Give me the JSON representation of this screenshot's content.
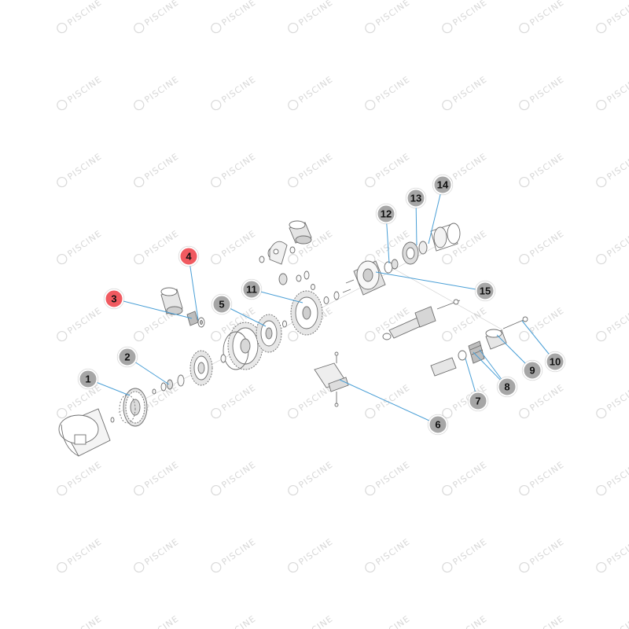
{
  "watermark": {
    "text": "PISCINE",
    "color": "#d9d9d9"
  },
  "colors": {
    "callout_default": "#a6a6a6",
    "callout_highlight": "#f05a60",
    "leader_line": "#4a9fd6",
    "part_stroke": "#6e6e6e"
  },
  "callouts": [
    {
      "label": "1",
      "highlighted": false
    },
    {
      "label": "2",
      "highlighted": false
    },
    {
      "label": "3",
      "highlighted": true
    },
    {
      "label": "4",
      "highlighted": true
    },
    {
      "label": "5",
      "highlighted": false
    },
    {
      "label": "6",
      "highlighted": false
    },
    {
      "label": "7",
      "highlighted": false
    },
    {
      "label": "8",
      "highlighted": false
    },
    {
      "label": "9",
      "highlighted": false
    },
    {
      "label": "10",
      "highlighted": false
    },
    {
      "label": "11",
      "highlighted": false
    },
    {
      "label": "12",
      "highlighted": false
    },
    {
      "label": "13",
      "highlighted": false
    },
    {
      "label": "14",
      "highlighted": false
    },
    {
      "label": "15",
      "highlighted": false
    }
  ]
}
